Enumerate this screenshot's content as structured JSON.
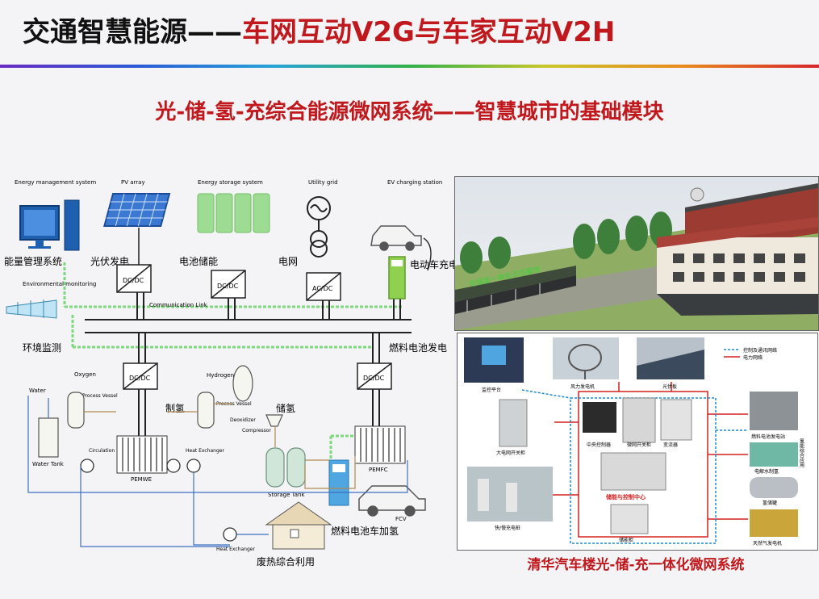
{
  "header": {
    "title_black": "交通智慧能源——",
    "title_red": "车网互动V2G与车家互动V2H"
  },
  "subtitle": "光-储-氢-充综合能源微网系统——智慧城市的基础模块",
  "diagram": {
    "top_labels": {
      "ems": "Energy management system",
      "pv": "PV array",
      "ess": "Energy storage system",
      "grid": "Utility grid",
      "ev": "EV charging station",
      "env": "Environmental monitoring",
      "comm": "Communication Link"
    },
    "cn_labels": {
      "ems": "能量管理系统",
      "pv": "光伏发电",
      "ess": "电池储能",
      "grid": "电网",
      "ev": "电动车充电",
      "env": "环境监测",
      "fc": "燃料电池发电",
      "h2make": "制氢",
      "h2store": "储氢",
      "h2fuel": "燃料电池车加氢",
      "heat": "废热综合利用"
    },
    "converters": {
      "pv": "DC/DC",
      "ess": "DC/DC",
      "grid": "AC/DC",
      "pemwe": "DC/DC",
      "pemfc": "DC/DC"
    },
    "h2_labels": {
      "water": "Water",
      "oxygen": "Oxygen",
      "process1": "Process Vessel",
      "water_tank": "Water Tank",
      "circ_pump": "Circulation Pump",
      "pemwe": "PEMWE",
      "hydrogen": "Hydrogen",
      "process2": "Process Vessel",
      "heat_ex1": "Heat Exchanger",
      "deoxidizer": "Deoxidizer",
      "compressor": "Compressor",
      "storage": "Storage Tank",
      "pemfc": "PEMFC",
      "fcv": "FCV",
      "heat_ex2": "Heat Exchanger"
    }
  },
  "photo_top": {
    "sign": "光储氢一体化示范基地"
  },
  "photo_bottom": {
    "legend": [
      "控制及通讯网络",
      "电力网络"
    ],
    "labels": {
      "monitor": "监控平台",
      "wind": "风力发电机",
      "pv": "光伏板",
      "grid_cab": "大电网开关柜",
      "ctrl": "中央控制器",
      "micro": "微网开关柜",
      "conv": "变流器",
      "center": "储能与控制中心",
      "storage": "储能柜",
      "charger": "快/慢充电桩",
      "fc_gen": "燃料电池发电站",
      "electro": "电解水制氢",
      "h2": "氢储罐",
      "gas": "天然气发电机",
      "side": "氢能综合应用"
    }
  },
  "caption": "清华汽车楼光-储-充一体化微网系统"
}
